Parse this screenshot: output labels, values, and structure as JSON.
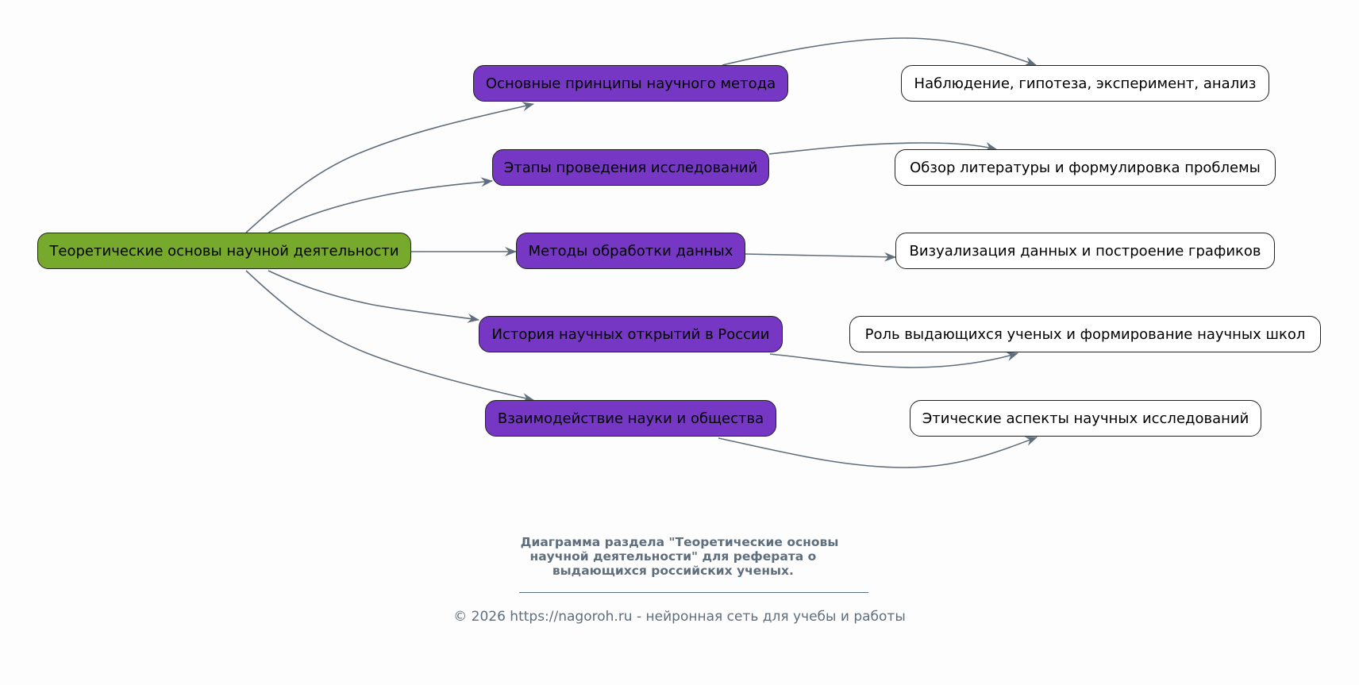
{
  "diagram": {
    "root": {
      "id": "root",
      "label": "Теоретические основы научной деятельности",
      "color": "#77a92c"
    },
    "branches": [
      {
        "id": "b1",
        "label": "Основные принципы научного метода",
        "color": "#7537c4",
        "child": {
          "id": "l1",
          "label": "Наблюдение, гипотеза, эксперимент, анализ",
          "color": "#ffffff"
        }
      },
      {
        "id": "b2",
        "label": "Этапы проведения исследований",
        "color": "#7537c4",
        "child": {
          "id": "l2",
          "label": "Обзор литературы и формулировка проблемы",
          "color": "#ffffff"
        }
      },
      {
        "id": "b3",
        "label": "Методы обработки данных",
        "color": "#7537c4",
        "child": {
          "id": "l3",
          "label": "Визуализация данных и построение графиков",
          "color": "#ffffff"
        }
      },
      {
        "id": "b4",
        "label": "История научных открытий в России",
        "color": "#7537c4",
        "child": {
          "id": "l4",
          "label": "Роль выдающихся ученых и формирование научных школ",
          "color": "#ffffff"
        }
      },
      {
        "id": "b5",
        "label": "Взаимодействие науки и общества",
        "color": "#7537c4",
        "child": {
          "id": "l5",
          "label": "Этические аспекты научных исследований",
          "color": "#ffffff"
        }
      }
    ],
    "edge_color": "#5f6e7d"
  },
  "caption": {
    "lines": [
      "Диаграмма раздела \"Теоретические основы",
      "научной деятельности\" для реферата о   ",
      "выдающихся российских ученых.   "
    ]
  },
  "footer": {
    "text": "© 2026 https://nagoroh.ru - нейронная сеть для учебы и работы"
  }
}
